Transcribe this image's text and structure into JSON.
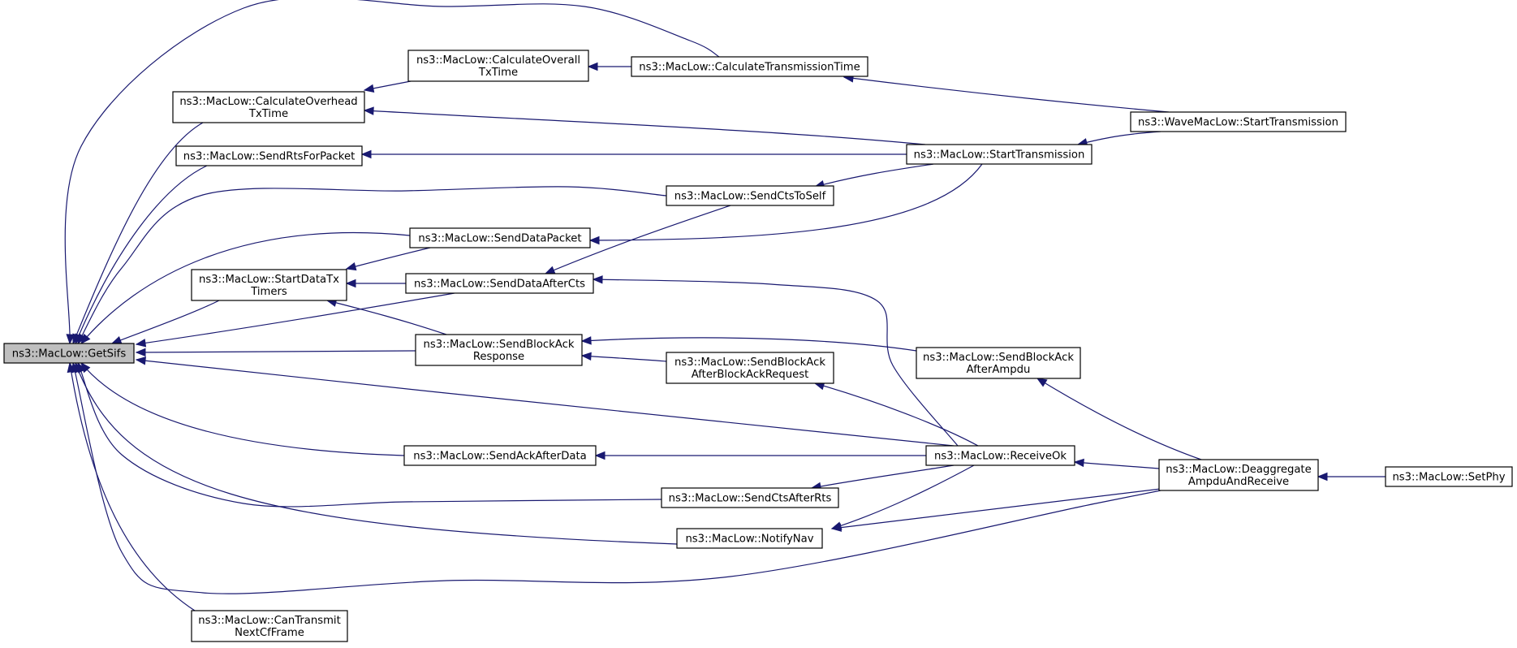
{
  "graph": {
    "colors": {
      "edge": "#191970",
      "node_border": "#000000",
      "root_fill": "#bfbfbf",
      "node_fill": "#ffffff"
    },
    "nodes": [
      {
        "id": "getsifs",
        "lines": [
          "ns3::MacLow::GetSifs"
        ],
        "root": true
      },
      {
        "id": "calcoverhead",
        "lines": [
          "ns3::MacLow::CalculateOverhead",
          "TxTime"
        ]
      },
      {
        "id": "calcoverall",
        "lines": [
          "ns3::MacLow::CalculateOverall",
          "TxTime"
        ]
      },
      {
        "id": "calctrans",
        "lines": [
          "ns3::MacLow::CalculateTransmissionTime"
        ]
      },
      {
        "id": "wavestart",
        "lines": [
          "ns3::WaveMacLow::StartTransmission"
        ]
      },
      {
        "id": "starttrans",
        "lines": [
          "ns3::MacLow::StartTransmission"
        ]
      },
      {
        "id": "sendrts",
        "lines": [
          "ns3::MacLow::SendRtsForPacket"
        ]
      },
      {
        "id": "sendctsself",
        "lines": [
          "ns3::MacLow::SendCtsToSelf"
        ]
      },
      {
        "id": "senddata",
        "lines": [
          "ns3::MacLow::SendDataPacket"
        ]
      },
      {
        "id": "startdatatx",
        "lines": [
          "ns3::MacLow::StartDataTx",
          "Timers"
        ]
      },
      {
        "id": "senddataafter",
        "lines": [
          "ns3::MacLow::SendDataAfterCts"
        ]
      },
      {
        "id": "sendblockresp",
        "lines": [
          "ns3::MacLow::SendBlockAck",
          "Response"
        ]
      },
      {
        "id": "sendblockafterbar",
        "lines": [
          "ns3::MacLow::SendBlockAck",
          "AfterBlockAckRequest"
        ]
      },
      {
        "id": "sendblockafterampdu",
        "lines": [
          "ns3::MacLow::SendBlockAck",
          "AfterAmpdu"
        ]
      },
      {
        "id": "receiveok",
        "lines": [
          "ns3::MacLow::ReceiveOk"
        ]
      },
      {
        "id": "sendackafter",
        "lines": [
          "ns3::MacLow::SendAckAfterData"
        ]
      },
      {
        "id": "deaggregate",
        "lines": [
          "ns3::MacLow::Deaggregate",
          "AmpduAndReceive"
        ]
      },
      {
        "id": "setphy",
        "lines": [
          "ns3::MacLow::SetPhy"
        ]
      },
      {
        "id": "sendctsafterrts",
        "lines": [
          "ns3::MacLow::SendCtsAfterRts"
        ]
      },
      {
        "id": "notifynav",
        "lines": [
          "ns3::MacLow::NotifyNav"
        ]
      },
      {
        "id": "cantransmit",
        "lines": [
          "ns3::MacLow::CanTransmit",
          "NextCfFrame"
        ]
      }
    ],
    "edges": [
      {
        "from": "calcoverhead",
        "to": "getsifs"
      },
      {
        "from": "calctrans",
        "to": "getsifs"
      },
      {
        "from": "sendrts",
        "to": "getsifs"
      },
      {
        "from": "sendctsself",
        "to": "getsifs"
      },
      {
        "from": "senddata",
        "to": "getsifs"
      },
      {
        "from": "startdatatx",
        "to": "getsifs"
      },
      {
        "from": "senddataafter",
        "to": "getsifs"
      },
      {
        "from": "sendblockresp",
        "to": "getsifs"
      },
      {
        "from": "receiveok",
        "to": "getsifs"
      },
      {
        "from": "sendackafter",
        "to": "getsifs"
      },
      {
        "from": "sendctsafterrts",
        "to": "getsifs"
      },
      {
        "from": "notifynav",
        "to": "getsifs"
      },
      {
        "from": "deaggregate",
        "to": "getsifs"
      },
      {
        "from": "cantransmit",
        "to": "getsifs"
      },
      {
        "from": "calcoverall",
        "to": "calcoverhead"
      },
      {
        "from": "starttrans",
        "to": "calcoverhead"
      },
      {
        "from": "calctrans",
        "to": "calcoverall"
      },
      {
        "from": "wavestart",
        "to": "calctrans"
      },
      {
        "from": "starttrans",
        "to": "sendrts"
      },
      {
        "from": "wavestart",
        "to": "starttrans"
      },
      {
        "from": "starttrans",
        "to": "sendctsself"
      },
      {
        "from": "starttrans",
        "to": "senddata"
      },
      {
        "from": "sendctsself",
        "to": "senddataafter"
      },
      {
        "from": "senddata",
        "to": "startdatatx"
      },
      {
        "from": "senddataafter",
        "to": "startdatatx"
      },
      {
        "from": "sendblockresp",
        "to": "startdatatx"
      },
      {
        "from": "receiveok",
        "to": "senddataafter"
      },
      {
        "from": "sendblockafterampdu",
        "to": "sendblockresp"
      },
      {
        "from": "sendblockafterbar",
        "to": "sendblockresp"
      },
      {
        "from": "receiveok",
        "to": "sendblockafterbar"
      },
      {
        "from": "deaggregate",
        "to": "sendblockafterampdu"
      },
      {
        "from": "receiveok",
        "to": "sendackafter"
      },
      {
        "from": "deaggregate",
        "to": "receiveok"
      },
      {
        "from": "setphy",
        "to": "deaggregate"
      },
      {
        "from": "receiveok",
        "to": "sendctsafterrts"
      },
      {
        "from": "receiveok",
        "to": "notifynav"
      },
      {
        "from": "deaggregate",
        "to": "notifynav"
      }
    ]
  }
}
